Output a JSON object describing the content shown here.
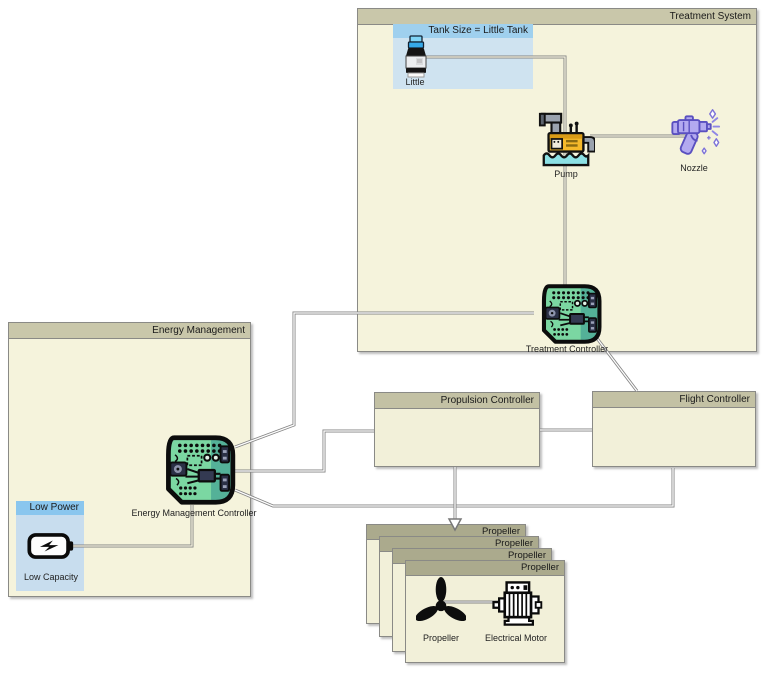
{
  "panels": {
    "treatment_system": {
      "title": "Treatment System"
    },
    "energy_management": {
      "title": "Energy Management"
    }
  },
  "tank_box": {
    "title": "Tank Size = Little Tank",
    "item_label": "Little"
  },
  "low_power_box": {
    "title": "Low Power",
    "item_label": "Low Capacity"
  },
  "blocks": {
    "propulsion_controller": {
      "title": "Propulsion Controller"
    },
    "flight_controller": {
      "title": "Flight Controller"
    },
    "propeller_stack": [
      "Propeller",
      "Propeller",
      "Propeller",
      "Propeller"
    ]
  },
  "labels": {
    "pump": "Pump",
    "nozzle": "Nozzle",
    "treatment_controller": "Treatment Controller",
    "energy_management_controller": "Energy Management Controller",
    "propeller": "Propeller",
    "electrical_motor": "Electrical Motor"
  },
  "icons": {
    "tank": "spray-bottle-icon",
    "pump": "water-pump-icon",
    "nozzle": "spray-gun-icon",
    "treatment_controller": "circuit-board-icon",
    "energy_management_controller": "circuit-board-icon",
    "battery": "battery-icon",
    "propeller": "propeller-icon",
    "electrical_motor": "electric-motor-icon"
  },
  "colors": {
    "panel_header": "#c9c7aa",
    "panel_body": "#f5f3dc",
    "ctrl_header": "#c3c1a4",
    "box_header": "#abaa8d",
    "box_body": "#f2f0d9",
    "blue_header": "#9fd0ee",
    "blue_body": "#cfe3f0",
    "blue_header2": "#8ac6ee",
    "blue_body2": "#c8ddee",
    "wire": "#848484",
    "border": "#8a8a86"
  }
}
